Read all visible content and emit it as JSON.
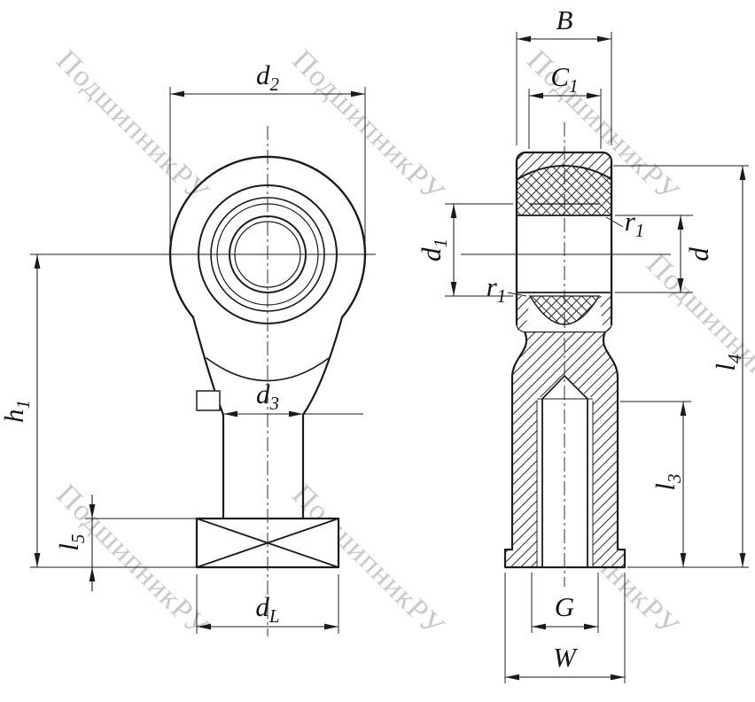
{
  "watermark": {
    "text": "ПодшипникРУ"
  },
  "dimensions": {
    "d2": {
      "main": "d",
      "sub": "2"
    },
    "h1": {
      "main": "h",
      "sub": "1"
    },
    "l5": {
      "main": "l",
      "sub": "5"
    },
    "d3": {
      "main": "d",
      "sub": "3"
    },
    "dL": {
      "main": "d",
      "sub": "L"
    },
    "B": {
      "main": "B",
      "sub": ""
    },
    "C1": {
      "main": "C",
      "sub": "1"
    },
    "d1": {
      "main": "d",
      "sub": "1"
    },
    "r1_top": {
      "main": "r",
      "sub": "1"
    },
    "r1_bottom": {
      "main": "r",
      "sub": "1"
    },
    "d": {
      "main": "d",
      "sub": ""
    },
    "l4": {
      "main": "l",
      "sub": "4"
    },
    "l3": {
      "main": "l",
      "sub": "3"
    },
    "G": {
      "main": "G",
      "sub": ""
    },
    "W": {
      "main": "W",
      "sub": ""
    }
  },
  "colors": {
    "line": "#1b1b1b",
    "watermark": "#c4c4c4",
    "background": "#ffffff"
  }
}
